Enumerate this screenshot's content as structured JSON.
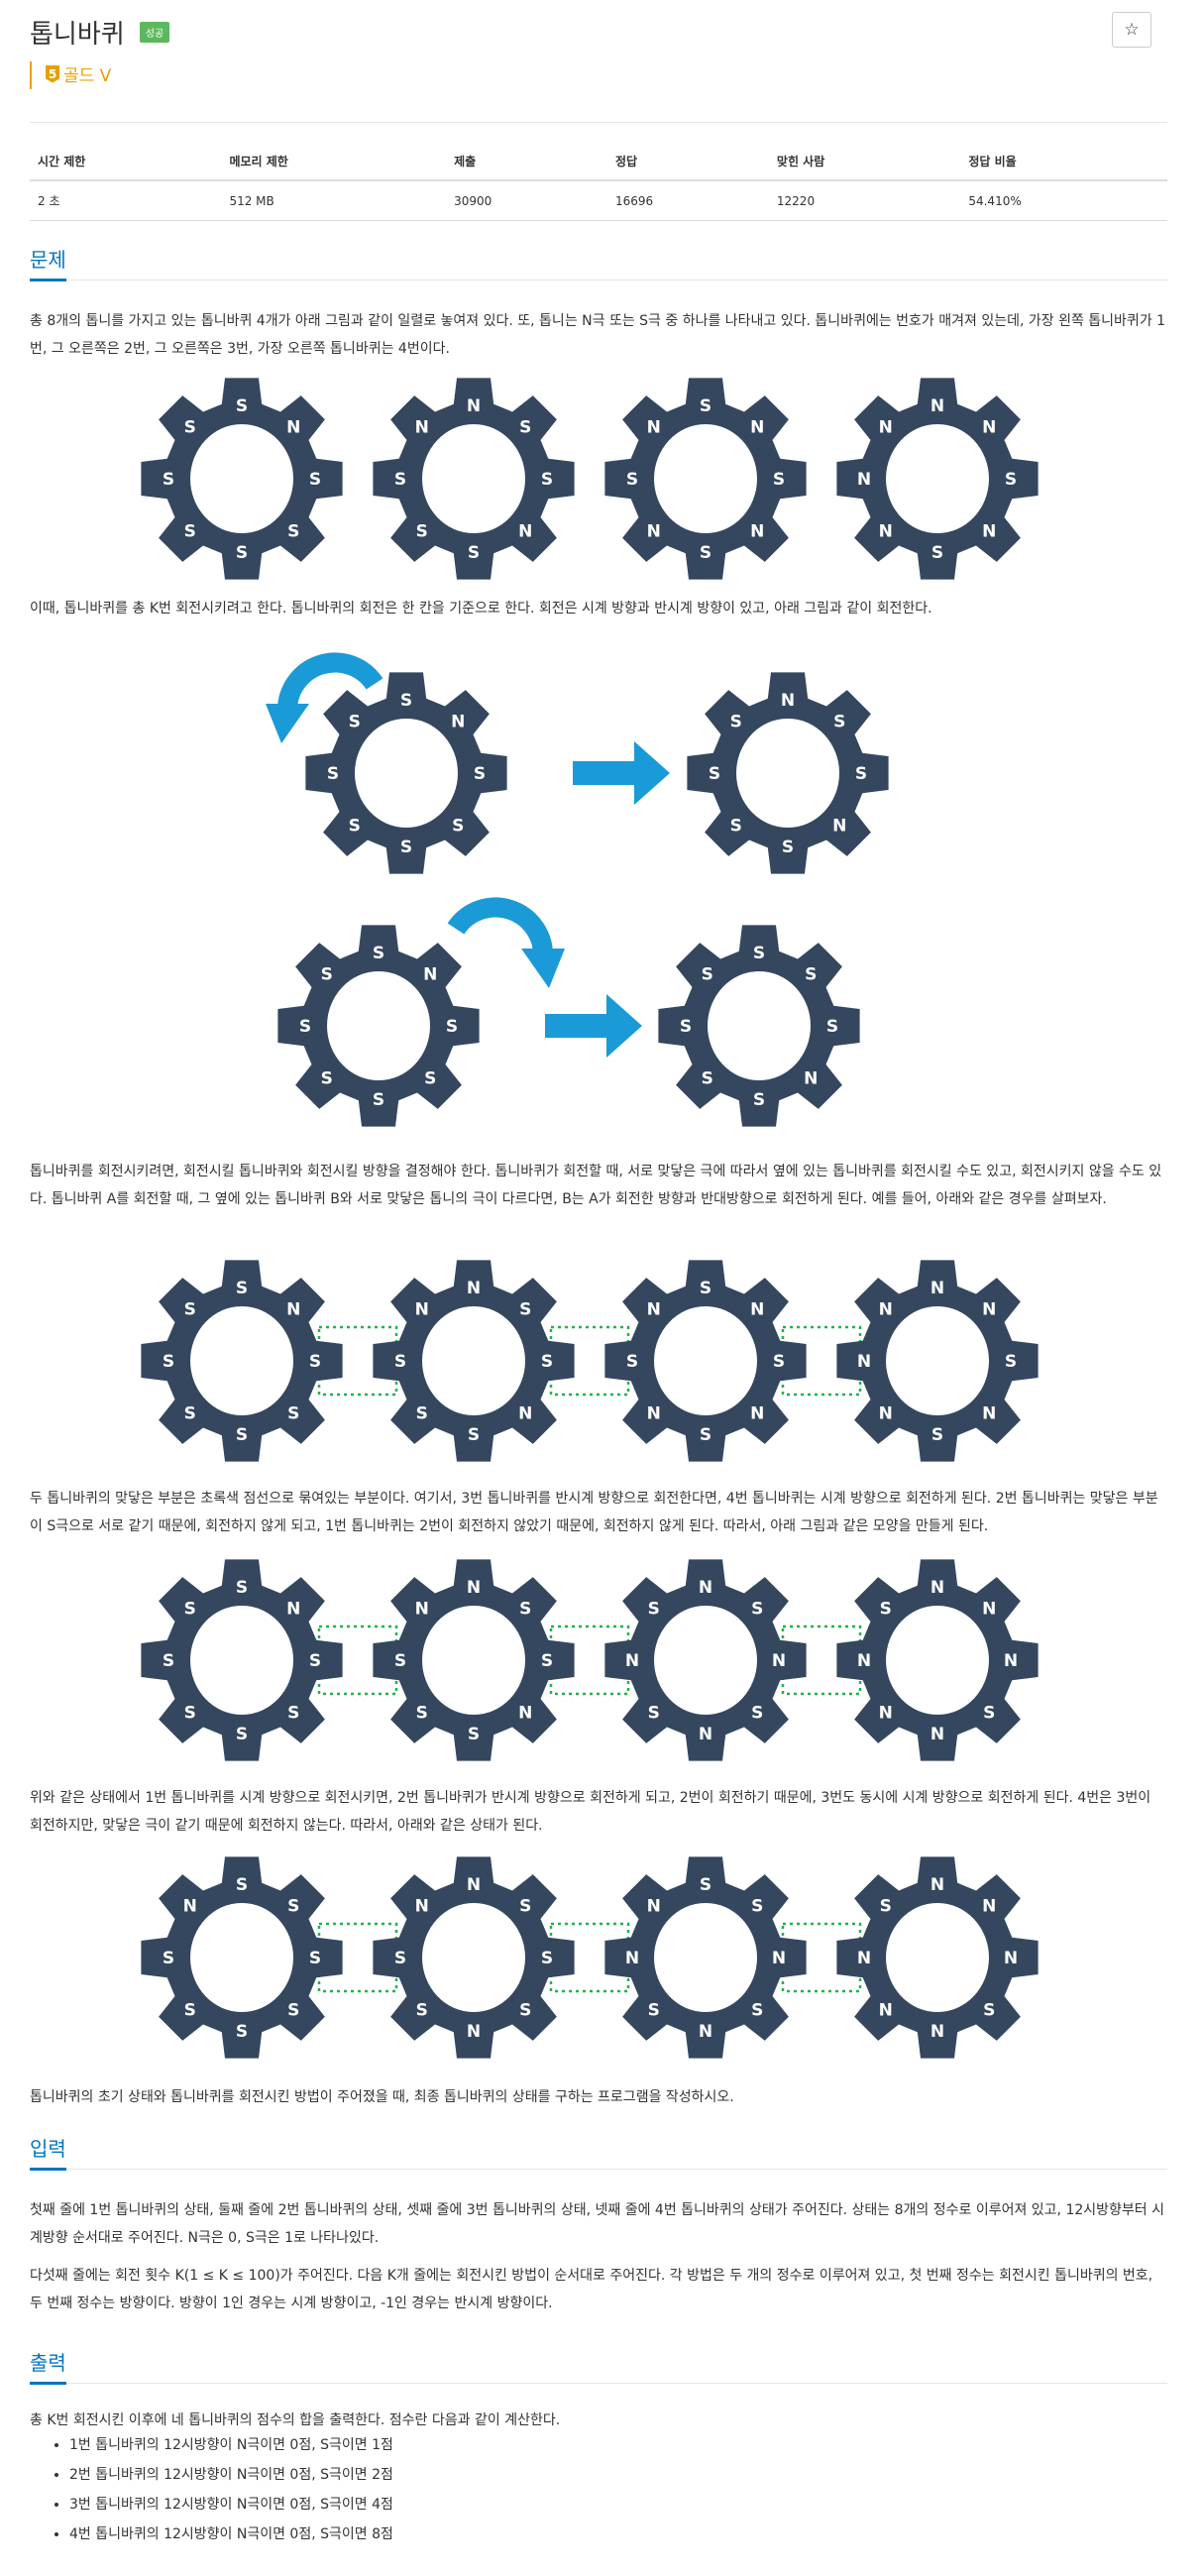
{
  "problem": {
    "title": "톱니바퀴",
    "status_badge": "성공",
    "star": "☆",
    "tier_icon_text": "5",
    "tier_label": "골드 V",
    "tier_color": "#e8a000"
  },
  "info_table": {
    "headers": [
      "시간 제한",
      "메모리 제한",
      "제출",
      "정답",
      "맞힌 사람",
      "정답 비율"
    ],
    "values": [
      "2 초",
      "512 MB",
      "30900",
      "16696",
      "12220",
      "54.410%"
    ]
  },
  "sections": {
    "problem_heading": "문제",
    "input_heading": "입력",
    "output_heading": "출력"
  },
  "text": {
    "p1": "총 8개의 톱니를 가지고 있는 톱니바퀴 4개가 아래 그림과 같이 일렬로 놓여져 있다. 또, 톱니는 N극 또는 S극 중 하나를 나타내고 있다. 톱니바퀴에는 번호가 매겨져 있는데, 가장 왼쪽 톱니바퀴가 1번, 그 오른쪽은 2번, 그 오른쪽은 3번, 가장 오른쪽 톱니바퀴는 4번이다.",
    "p2": "이때, 톱니바퀴를 총 K번 회전시키려고 한다. 톱니바퀴의 회전은 한 칸을 기준으로 한다. 회전은 시계 방향과 반시계 방향이 있고, 아래 그림과 같이 회전한다.",
    "p3": "톱니바퀴를 회전시키려면, 회전시킬 톱니바퀴와 회전시킬 방향을 결정해야 한다. 톱니바퀴가 회전할 때, 서로 맞닿은 극에 따라서 옆에 있는 톱니바퀴를 회전시킬 수도 있고, 회전시키지 않을 수도 있다. 톱니바퀴 A를 회전할 때, 그 옆에 있는 톱니바퀴 B와 서로 맞닿은 톱니의 극이 다르다면, B는 A가 회전한 방향과 반대방향으로 회전하게 된다. 예를 들어, 아래와 같은 경우를 살펴보자.",
    "p4": "두 톱니바퀴의 맞닿은 부분은 초록색 점선으로 묶여있는 부분이다. 여기서, 3번 톱니바퀴를 반시계 방향으로 회전한다면, 4번 톱니바퀴는 시계 방향으로 회전하게 된다. 2번 톱니바퀴는 맞닿은 부분이 S극으로 서로 같기 때문에, 회전하지 않게 되고, 1번 톱니바퀴는 2번이 회전하지 않았기 때문에, 회전하지 않게 된다. 따라서, 아래 그림과 같은 모양을 만들게 된다.",
    "p5": "위와 같은 상태에서 1번 톱니바퀴를 시계 방향으로 회전시키면, 2번 톱니바퀴가 반시계 방향으로 회전하게 되고, 2번이 회전하기 때문에, 3번도 동시에 시계 방향으로 회전하게 된다. 4번은 3번이 회전하지만, 맞닿은 극이 같기 때문에 회전하지 않는다. 따라서, 아래와 같은 상태가 된다.",
    "p6": "톱니바퀴의 초기 상태와 톱니바퀴를 회전시킨 방법이 주어졌을 때, 최종 톱니바퀴의 상태를 구하는 프로그램을 작성하시오.",
    "in1": "첫째 줄에 1번 톱니바퀴의 상태, 둘째 줄에 2번 톱니바퀴의 상태, 셋째 줄에 3번 톱니바퀴의 상태, 넷째 줄에 4번 톱니바퀴의 상태가 주어진다. 상태는 8개의 정수로 이루어져 있고, 12시방향부터 시계방향 순서대로 주어진다. N극은 0, S극은 1로 나타나있다.",
    "in2": "다섯째 줄에는 회전 횟수 K(1 ≤ K ≤ 100)가 주어진다. 다음 K개 줄에는 회전시킨 방법이 순서대로 주어진다. 각 방법은 두 개의 정수로 이루어져 있고, 첫 번째 정수는 회전시킨 톱니바퀴의 번호, 두 번째 정수는 방향이다. 방향이 1인 경우는 시계 방향이고, -1인 경우는 반시계 방향이다.",
    "out1": "총 K번 회전시킨 이후에 네 톱니바퀴의 점수의 합을 출력한다. 점수란 다음과 같이 계산한다.",
    "out_items": [
      "1번 톱니바퀴의 12시방향이 N극이면 0점, S극이면 1점",
      "2번 톱니바퀴의 12시방향이 N극이면 0점, S극이면 2점",
      "3번 톱니바퀴의 12시방향이 N극이면 0점, S극이면 4점",
      "4번 톱니바퀴의 12시방향이 N극이면 0점, S극이면 8점"
    ]
  },
  "figures": {
    "gear_color": "#34475e",
    "arrow_color": "#1a9ad6",
    "dotted_color": "#22b24c",
    "row1": [
      "SNSSSSSS",
      "NSSNSSSN",
      "SNSNSNSN",
      "NNSNSNNN"
    ],
    "rotation_clockwise": {
      "before": "SNSSSSSS",
      "after": "NSSNSSSS"
    },
    "rotation_counterclockwise": {
      "before": "SNSSSSSS",
      "after": "SSSNSSSS"
    },
    "row2": [
      "SNSSSSSS",
      "NSSNSSSN",
      "SNSNSNSN",
      "NNSNSNNN"
    ],
    "row3": [
      "SNSSSSSS",
      "NSSNSSSN",
      "NSNSNSNS",
      "NNNSNNNS"
    ],
    "row4": [
      "SSSSSSSN",
      "NSSSNSSN",
      "SSNSNSNN",
      "NNNSNNNS"
    ]
  }
}
